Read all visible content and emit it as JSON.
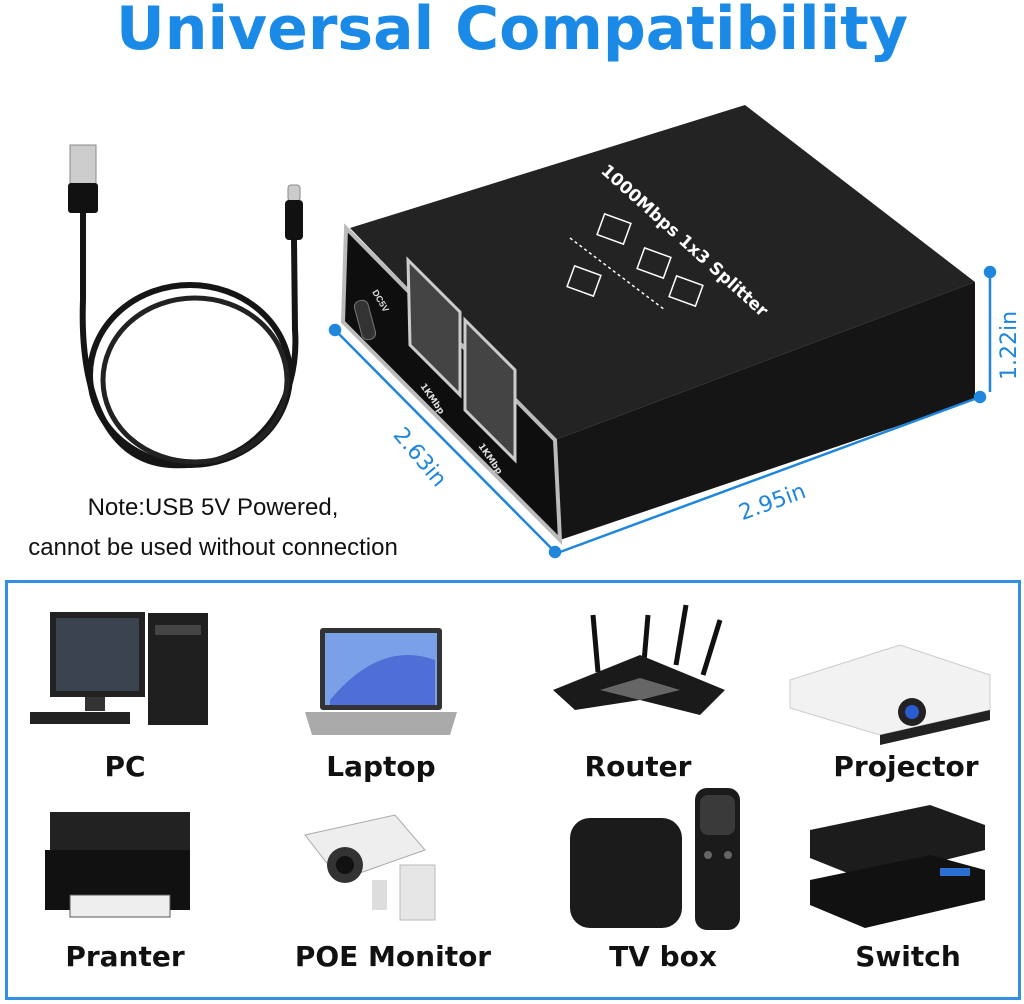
{
  "title": "Universal Compatibility",
  "note": {
    "line1": "Note:USB 5V Powered,",
    "line2": "cannot be used without connection"
  },
  "product": {
    "top_label": "1000Mbps 1x3 Splitter",
    "port_label": "1KMbp",
    "power_label": "DC5V",
    "dimensions": {
      "depth": "2.63in",
      "width": "2.95in",
      "height": "1.22in"
    }
  },
  "devices": [
    {
      "label": "PC",
      "icon": "pc-icon"
    },
    {
      "label": "Laptop",
      "icon": "laptop-icon"
    },
    {
      "label": "Router",
      "icon": "router-icon"
    },
    {
      "label": "Projector",
      "icon": "projector-icon"
    },
    {
      "label": "Pranter",
      "icon": "printer-icon"
    },
    {
      "label": "POE Monitor",
      "icon": "camera-icon"
    },
    {
      "label": "TV box",
      "icon": "tv-box-icon"
    },
    {
      "label": "Switch",
      "icon": "switch-icon"
    }
  ],
  "colors": {
    "accent": "#1a8ae6",
    "frame": "#3190e2",
    "device": "#1b1b1b"
  }
}
